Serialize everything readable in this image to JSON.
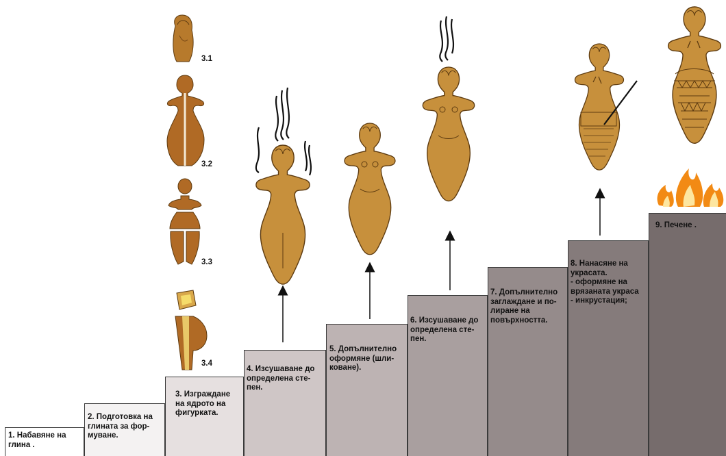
{
  "title": "",
  "colors": {
    "clay": "#c7903c",
    "clay_dark": "#a86a1f",
    "clay_outline": "#5c3a10",
    "flame_outer": "#f28a14",
    "flame_inner": "#fde6a0",
    "step_colors": [
      "#ffffff",
      "#f4f2f2",
      "#e6e0e0",
      "#cfc6c6",
      "#bdb3b3",
      "#a99f9f",
      "#958b8b",
      "#857b7b",
      "#766c6c"
    ]
  },
  "steps": [
    {
      "label": "1. Набавяне  на\nглина ."
    },
    {
      "label": "2. Подготовка на\nглината за фор-\nмуване."
    },
    {
      "label": "3. Изграждане\nна ядрото на\nфигурката."
    },
    {
      "label": "4. Изсушаване до\nопределена сте-\nпен."
    },
    {
      "label": "5. Допълнително\nоформяне (шли-\nковане)."
    },
    {
      "label": "6. Изсушаване до\nопределена сте-\nпен."
    },
    {
      "label": "7. Допълнително\nзаглаждане и по-\nлиране на\nповърхността."
    },
    {
      "label": "8. Нанасяне на\nукрасата.\n- оформяне на\nврязаната украса\n- инкрустация;"
    },
    {
      "label": "9. Печене ."
    }
  ],
  "sub_figures": [
    {
      "label": "3.1"
    },
    {
      "label": "3.2"
    },
    {
      "label": "3.3"
    },
    {
      "label": "3.4"
    }
  ],
  "icons": [
    "steam-icon",
    "fire-icon",
    "arrow-up-icon",
    "figurine-icon"
  ]
}
